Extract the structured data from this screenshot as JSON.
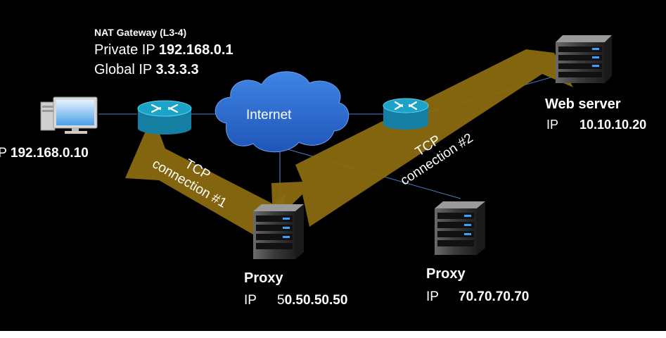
{
  "nat": {
    "title": "NAT Gateway (L3-4)",
    "private_prefix": "Private IP ",
    "private_ip": "192.168.0.1",
    "global_prefix": "Global IP ",
    "global_ip": "3.3.3.3"
  },
  "client": {
    "ip_prefix": "IP ",
    "ip": "192.168.0.10"
  },
  "internet": {
    "label": "Internet"
  },
  "web_server": {
    "title": "Web server",
    "ip_prefix": "IP",
    "ip": "10.10.10.20"
  },
  "proxy1": {
    "title": "Proxy",
    "ip_prefix": "IP",
    "ip_normal": "5",
    "ip_bold": "0.50.50.50"
  },
  "proxy2": {
    "title": "Proxy",
    "ip_prefix": "IP",
    "ip": "70.70.70.70"
  },
  "connection1": {
    "line1": "TCP",
    "line2": "connection #1"
  },
  "connection2": {
    "line1": "TCP",
    "line2": "connection #2"
  },
  "colors": {
    "background": "#000000",
    "arrow": "#8a6a10",
    "router": "#1ba3c8",
    "cloud": "#2f6fd4",
    "wire": "#4a7cc6"
  }
}
